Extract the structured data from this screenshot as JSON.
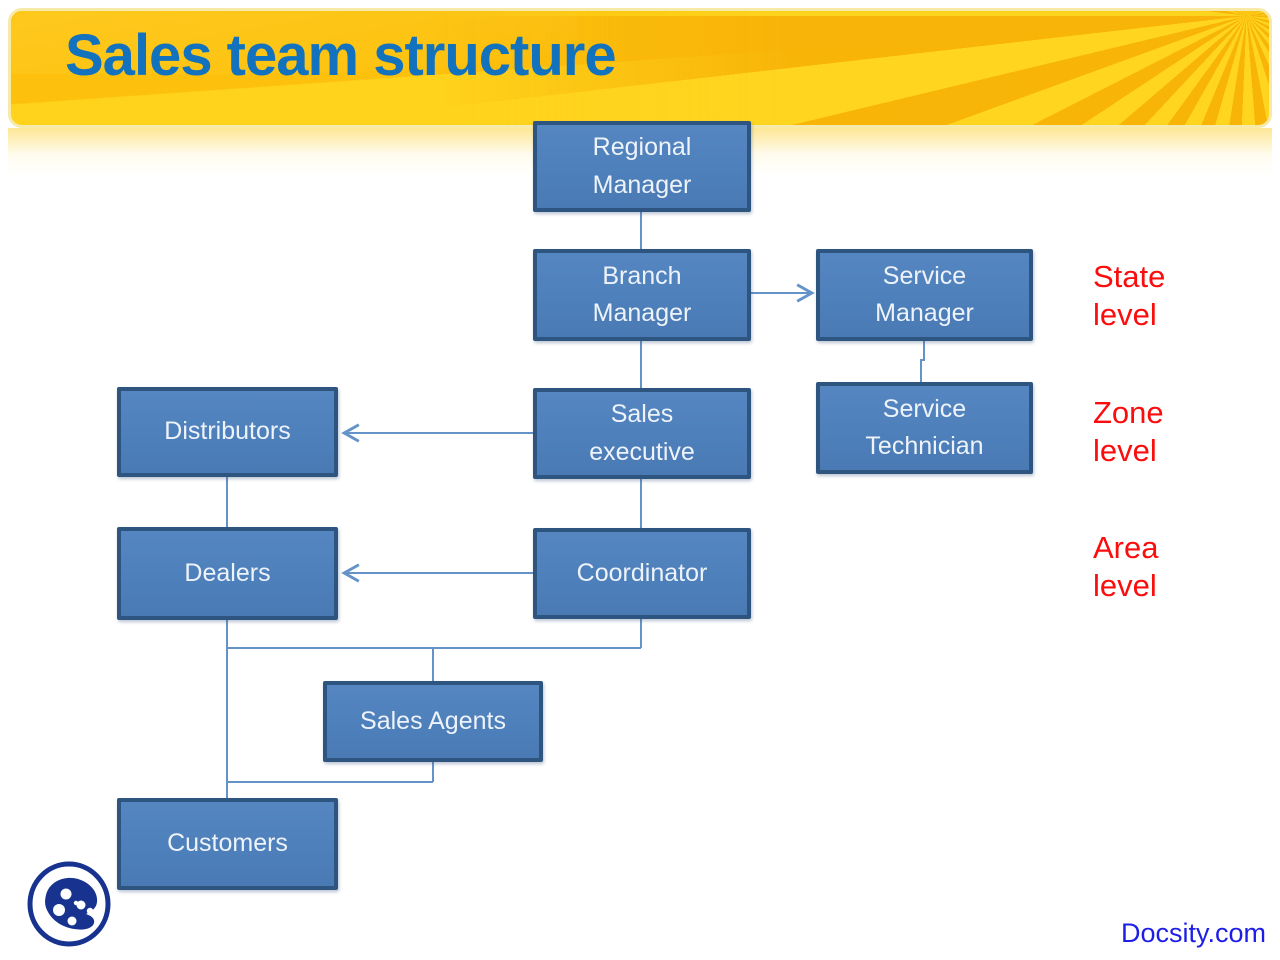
{
  "header": {
    "title": "Sales team structure"
  },
  "diagram": {
    "nodes": [
      {
        "id": "regional-manager",
        "label": "Regional\nManager"
      },
      {
        "id": "branch-manager",
        "label": "Branch\nManager"
      },
      {
        "id": "service-manager",
        "label": "Service\nManager"
      },
      {
        "id": "distributors",
        "label": "Distributors"
      },
      {
        "id": "sales-executive",
        "label": "Sales\nexecutive"
      },
      {
        "id": "service-technician",
        "label": "Service\nTechnician"
      },
      {
        "id": "dealers",
        "label": "Dealers"
      },
      {
        "id": "coordinator",
        "label": "Coordinator"
      },
      {
        "id": "sales-agents",
        "label": "Sales Agents"
      },
      {
        "id": "customers",
        "label": "Customers"
      }
    ],
    "level_labels": [
      {
        "id": "state",
        "label": "State\nlevel"
      },
      {
        "id": "zone",
        "label": "Zone\nlevel"
      },
      {
        "id": "area",
        "label": "Area\nlevel"
      }
    ]
  },
  "footer": {
    "brand": "Docsity.com",
    "logo_icon": "docsity-palette-logo"
  },
  "colors": {
    "title_blue": "#1272be",
    "banner_gold": "#fdc10d",
    "banner_yellow": "#ffd31c",
    "box_fill": "#4f81bd",
    "box_border": "#2e5480",
    "connector_blue": "#6593c8",
    "level_red": "#fb0d0d",
    "brand_blue": "#1d1de8",
    "logo_navy": "#17338f"
  }
}
